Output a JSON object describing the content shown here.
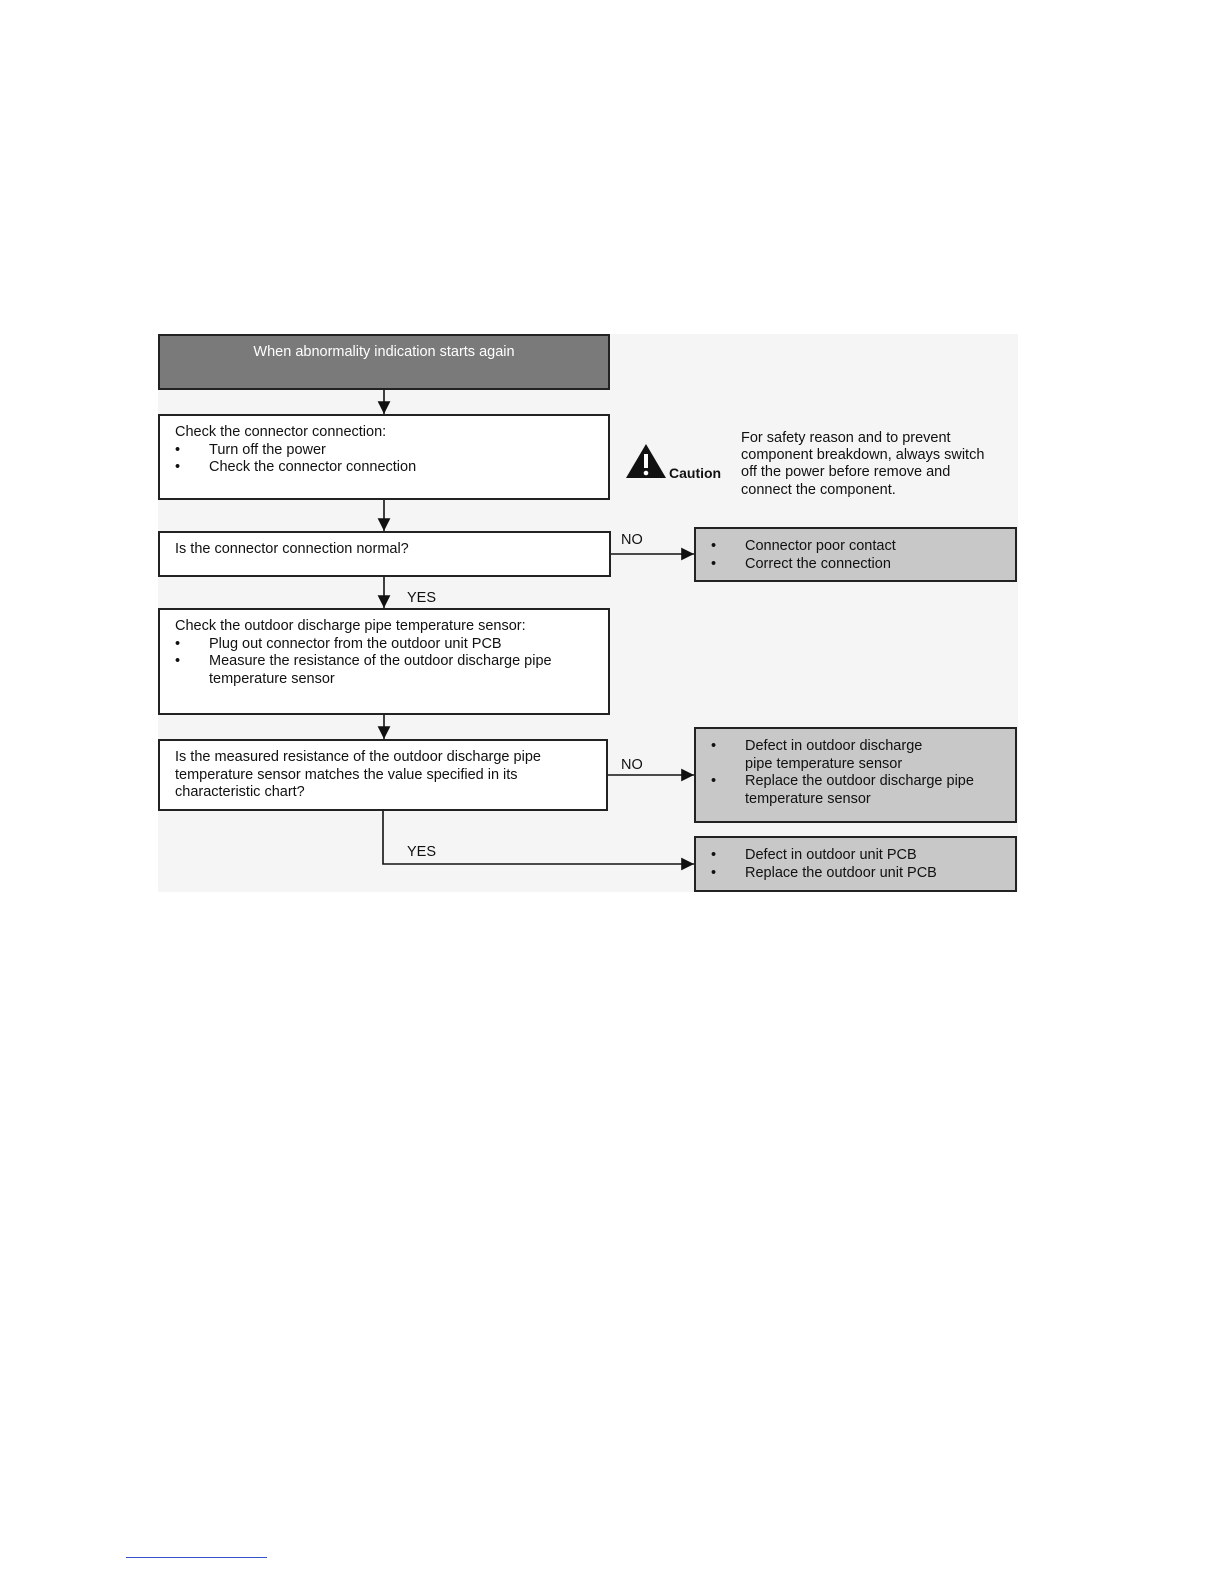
{
  "start": {
    "text": "When abnormality indication starts again"
  },
  "step1": {
    "heading": "Check the connector connection:",
    "items": [
      "Turn off the power",
      "Check the connector connection"
    ]
  },
  "caution": {
    "label": "Caution",
    "lines": [
      "For safety reason and to prevent",
      "component breakdown, always switch",
      "off the power before remove and",
      "connect the component."
    ]
  },
  "q1": {
    "text": "Is the connector connection normal?",
    "no_label": "NO",
    "yes_label": "YES"
  },
  "result1": {
    "items": [
      "Connector poor contact",
      "Correct the connection"
    ]
  },
  "step2": {
    "heading": "Check the outdoor discharge pipe temperature sensor:",
    "items": [
      "Plug out connector from the outdoor unit PCB",
      "Measure the resistance of the outdoor discharge pipe temperature sensor"
    ]
  },
  "q2": {
    "lines": [
      "Is the measured resistance of the outdoor discharge pipe",
      "temperature sensor matches the value specified in its",
      "characteristic chart?"
    ],
    "no_label": "NO",
    "yes_label": "YES"
  },
  "result2": {
    "items": [
      "Defect in outdoor discharge pipe temperature sensor",
      "Replace the outdoor discharge pipe temperature sensor"
    ]
  },
  "result3": {
    "items": [
      "Defect in outdoor unit PCB",
      "Replace the outdoor unit PCB"
    ]
  },
  "icons": {
    "caution": "warning-triangle-icon"
  },
  "colors": {
    "start_fill": "#7a7a7a",
    "result_fill": "#c8c8c8",
    "panel": "#f5f5f5"
  }
}
